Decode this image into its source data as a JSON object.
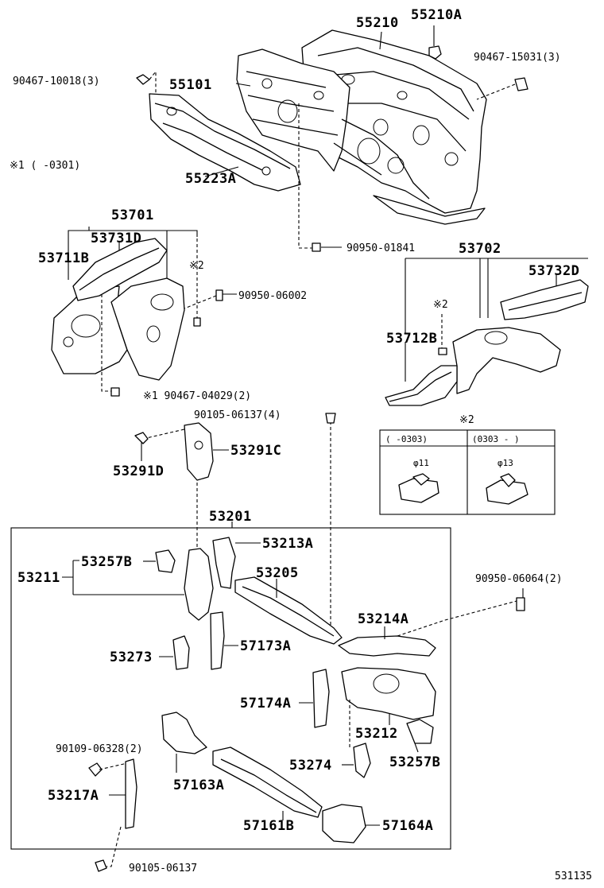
{
  "labels": {
    "p55210": "55210",
    "p55210a": "55210A",
    "p90467_15031": "90467-15031(3)",
    "p90467_10018": "90467-10018(3)",
    "p55101": "55101",
    "note1_range": "※1 (     -0301)",
    "p55223a": "55223A",
    "p53701": "53701",
    "p53731d": "53731D",
    "p53711b": "53711B",
    "mark2_a": "※2",
    "p90950_06002": "90950-06002",
    "p90950_01841": "90950-01841",
    "p53702": "53702",
    "p53732d": "53732D",
    "mark2_b": "※2",
    "p53712b": "53712B",
    "p90467_04029": "※1 90467-04029(2)",
    "p90105_06137_4": "90105-06137(4)",
    "mark2_table": "※2",
    "p53291d": "53291D",
    "p53291c": "53291C",
    "p53201": "53201",
    "p53213a": "53213A",
    "p53257b_top": "53257B",
    "p53211": "53211",
    "p53205": "53205",
    "p90950_06064": "90950-06064(2)",
    "p53214a": "53214A",
    "p53273": "53273",
    "p57173a": "57173A",
    "p57174a": "57174A",
    "p53212": "53212",
    "p90109_06328": "90109-06328(2)",
    "p57163a": "57163A",
    "p53274": "53274",
    "p53257b_bot": "53257B",
    "p53217a": "53217A",
    "p57161b": "57161B",
    "p57164a": "57164A",
    "p90105_06137": "90105-06137",
    "diagram_id": "531135"
  },
  "variant_table": {
    "col1_head": "(      -0303)",
    "col2_head": "(0303 -      )",
    "col1_size": "φ11",
    "col2_size": "φ13"
  }
}
